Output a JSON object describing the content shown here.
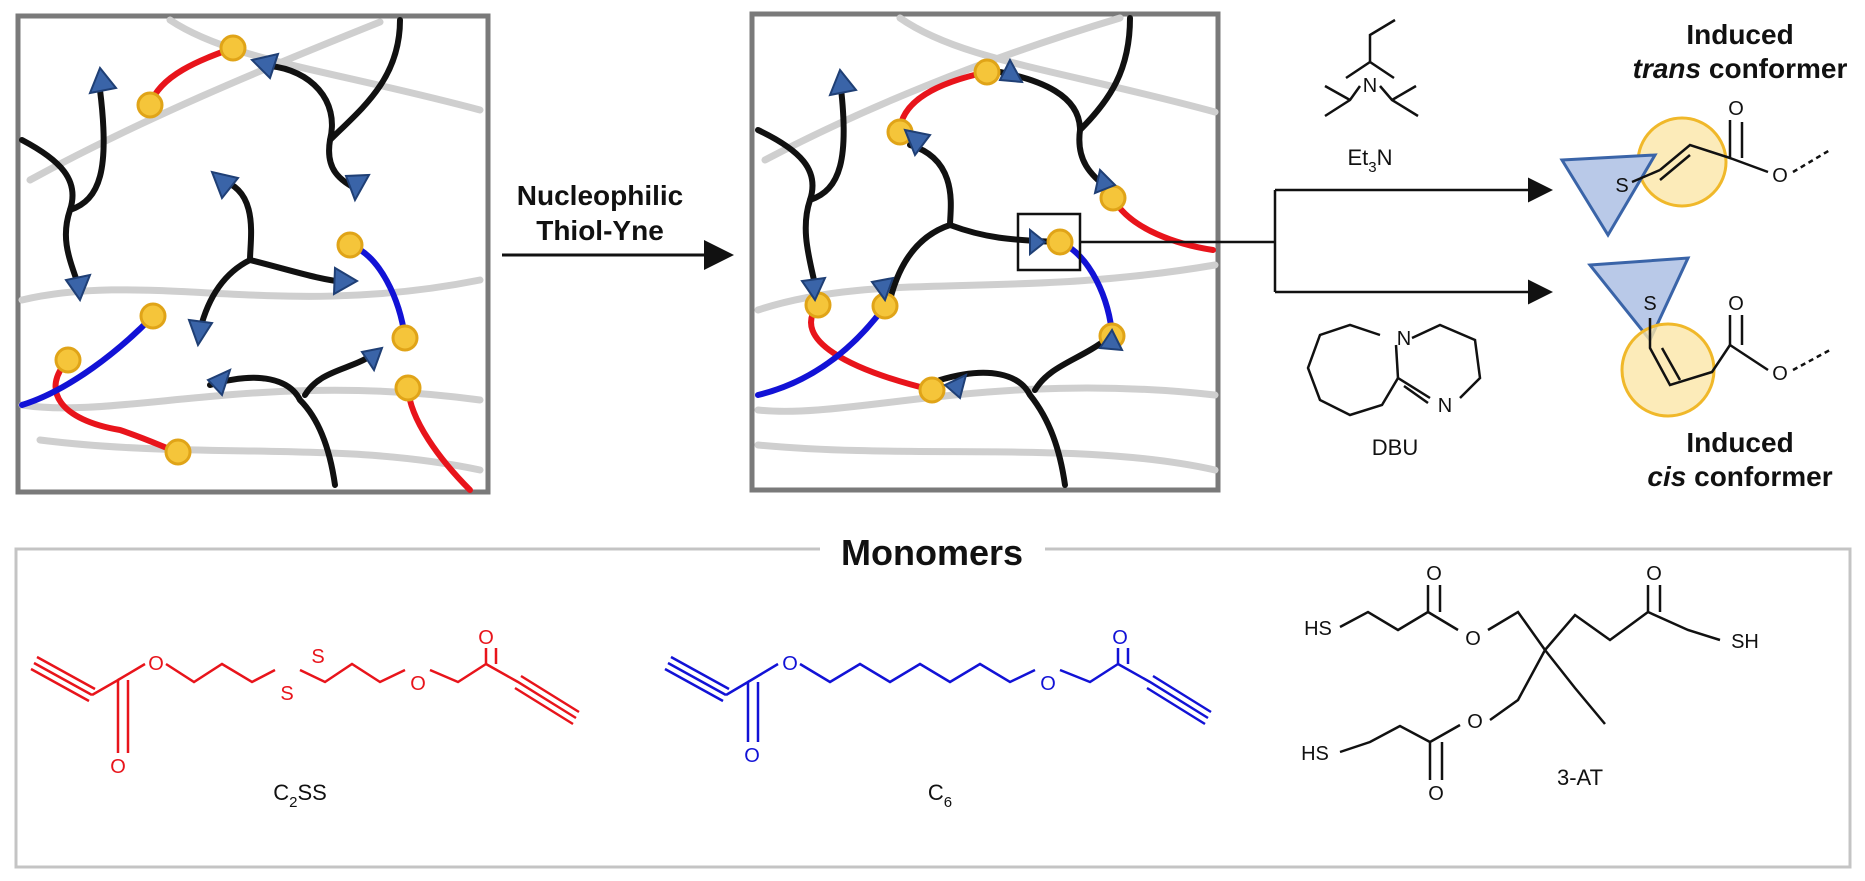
{
  "reaction": {
    "label_line1": "Nucleophilic",
    "label_line2": "Thiol-Yne"
  },
  "catalysts": {
    "et3n": {
      "base": "Et",
      "sub": "3",
      "tail": "N",
      "atom": "N"
    },
    "dbu": {
      "name": "DBU",
      "atom_n1": "N",
      "atom_n2": "N"
    }
  },
  "conformers": {
    "trans": {
      "line1": "Induced",
      "italic": "trans",
      "rest": " conformer",
      "atom_s": "S",
      "atom_o1": "O",
      "atom_o2": "O"
    },
    "cis": {
      "line1": "Induced",
      "italic": "cis",
      "rest": " conformer",
      "atom_s": "S",
      "atom_o1": "O",
      "atom_o2": "O"
    }
  },
  "monomers": {
    "header": "Monomers",
    "c2ss": {
      "base": "C",
      "sub": "2",
      "tail": "SS",
      "color": "#e8141b",
      "atoms": [
        "O",
        "O",
        "S",
        "S",
        "O",
        "O"
      ]
    },
    "c6": {
      "base": "C",
      "sub": "6",
      "tail": "",
      "color": "#1212d6",
      "atoms": [
        "O",
        "O",
        "O",
        "O"
      ]
    },
    "at3": {
      "name": "3-AT",
      "color": "#111111",
      "atoms": [
        "HS",
        "O",
        "O",
        "O",
        "SH",
        "HS",
        "O",
        "O"
      ]
    }
  },
  "colors": {
    "red_chain": "#e8141b",
    "blue_chain": "#1212d6",
    "black_chain": "#111111",
    "grey_background": "#c8c8c8",
    "node_gold": "#f5c53a",
    "triangle_blue": "#3a64a8",
    "frame_grey": "#7a7a7a"
  }
}
